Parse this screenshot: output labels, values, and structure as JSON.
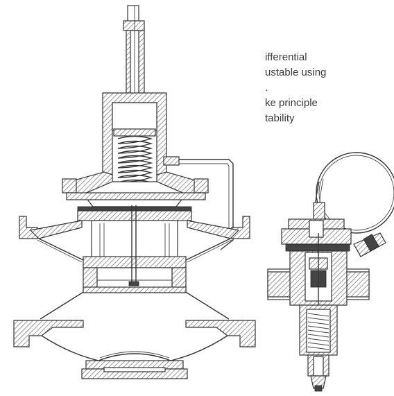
{
  "caption": {
    "lines": [
      "ifferential",
      "ustable using",
      ".",
      "ke principle",
      "tability"
    ]
  },
  "diagram": {
    "stroke_color": "#333333",
    "background": "#ffffff"
  }
}
